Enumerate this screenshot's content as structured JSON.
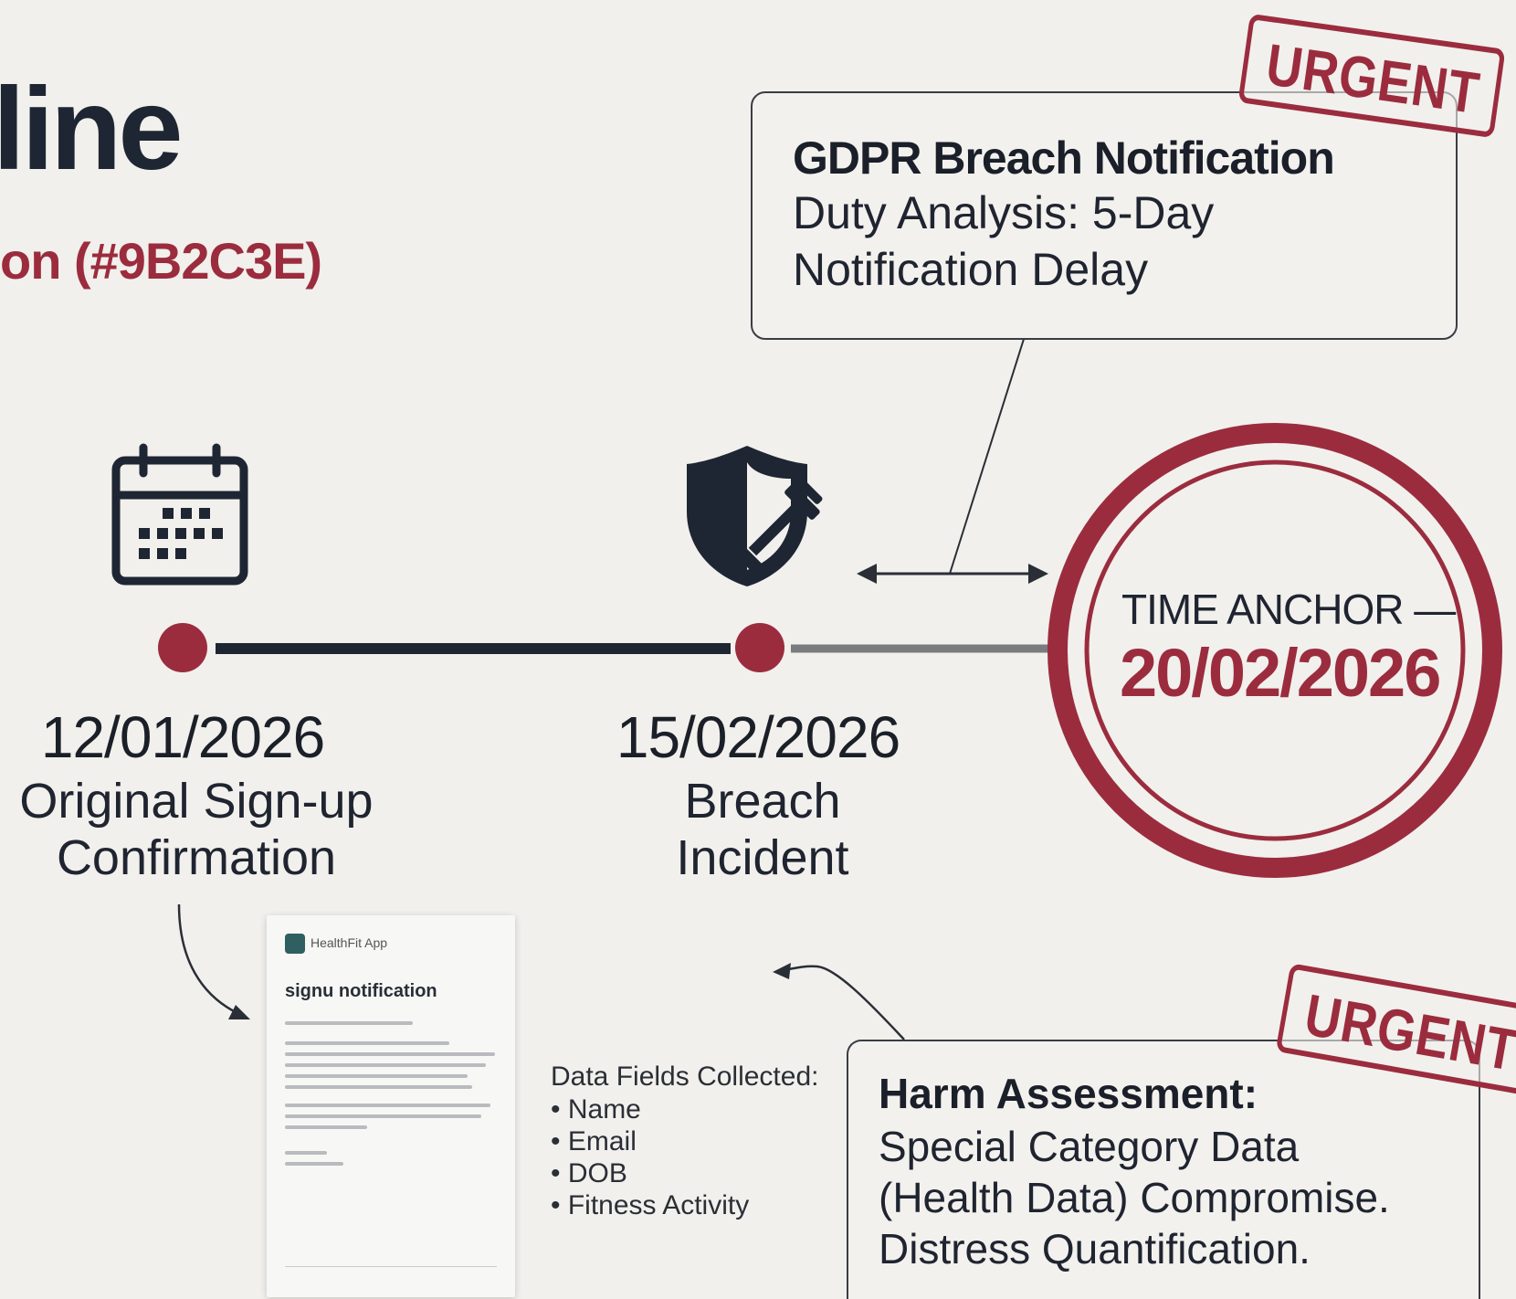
{
  "header": {
    "title": "line",
    "subtitle": "on (#9B2C3E)"
  },
  "colors": {
    "accent": "#9b2c3e",
    "ink": "#1e2633",
    "background": "#f1f0ec"
  },
  "gdpr_box": {
    "heading": "GDPR Breach Notification",
    "line1": "Duty Analysis: 5-Day",
    "line2": "Notification Delay",
    "stamp": "URGENT"
  },
  "timeline": {
    "events": [
      {
        "date": "12/01/2026",
        "label_line1": "Original Sign-up",
        "label_line2": "Confirmation",
        "icon": "calendar-icon"
      },
      {
        "date": "15/02/2026",
        "label_line1": "Breach",
        "label_line2": "Incident",
        "icon": "shield-dumbbell-icon"
      }
    ],
    "anchor": {
      "label": "TIME ANCHOR —",
      "date": "20/02/2026"
    }
  },
  "email_card": {
    "app_name": "HealthFit App",
    "subject": "signu notification"
  },
  "data_fields": {
    "title": "Data Fields Collected:",
    "items": [
      "• Name",
      "• Email",
      "• DOB",
      "• Fitness Activity"
    ]
  },
  "harm_box": {
    "heading": "Harm Assessment:",
    "line1": "Special Category Data",
    "line2": "(Health Data) Compromise.",
    "line3": "Distress Quantification.",
    "stamp": "URGENT"
  }
}
